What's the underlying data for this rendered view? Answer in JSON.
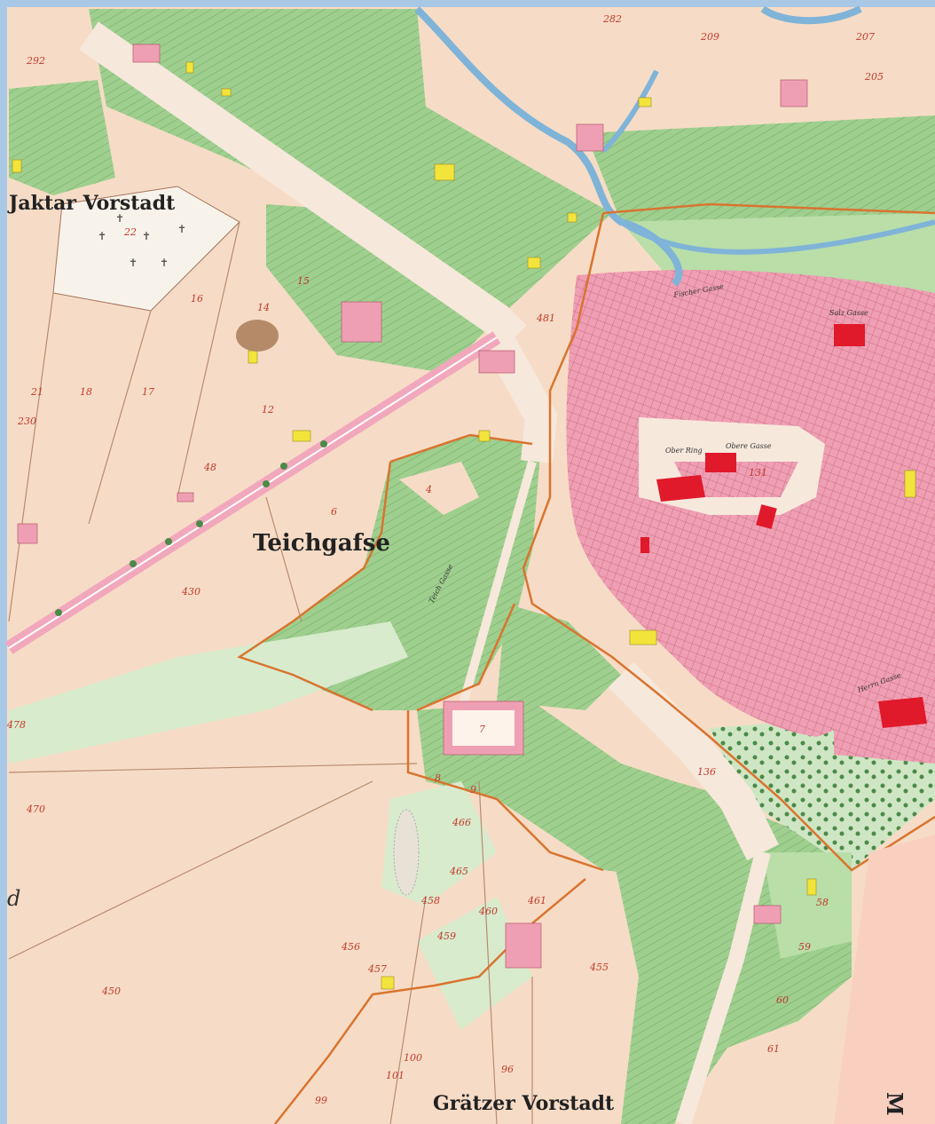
{
  "map": {
    "colors": {
      "frame": "#a9c8e6",
      "field": "#f6dcc6",
      "garden": "#9fcf8f",
      "building": "#ef9fb3",
      "building_dark": "#e0708a",
      "wood_building": "#f2e43a",
      "church": "#e0192b",
      "road": "#f7e8dc",
      "water": "#7fb4d8",
      "boundary": "#d9742f",
      "cemetery": "#f8f3ea"
    },
    "district_labels": {
      "jaktar": "Jaktar Vorstadt",
      "teich": "Teichgafse",
      "graetzer": "Grätzer Vorstadt",
      "edge_right": "M",
      "edge_left": "d"
    },
    "parcel_numbers": [
      "292",
      "282",
      "209",
      "207",
      "205",
      "14",
      "15",
      "16",
      "18",
      "17",
      "12",
      "21",
      "22",
      "230",
      "6",
      "4",
      "430",
      "470",
      "478",
      "7",
      "8",
      "9",
      "466",
      "465",
      "460",
      "461",
      "459",
      "458",
      "457",
      "456",
      "455",
      "450",
      "99",
      "96",
      "100",
      "101",
      "60",
      "61",
      "58",
      "59",
      "48",
      "481",
      "131",
      "136"
    ],
    "street_labels": [
      "Obere Gasse",
      "Ober Ring",
      "Herrn Gasse",
      "Salz Gasse",
      "Fischer Gasse",
      "Teich Gasse"
    ]
  }
}
